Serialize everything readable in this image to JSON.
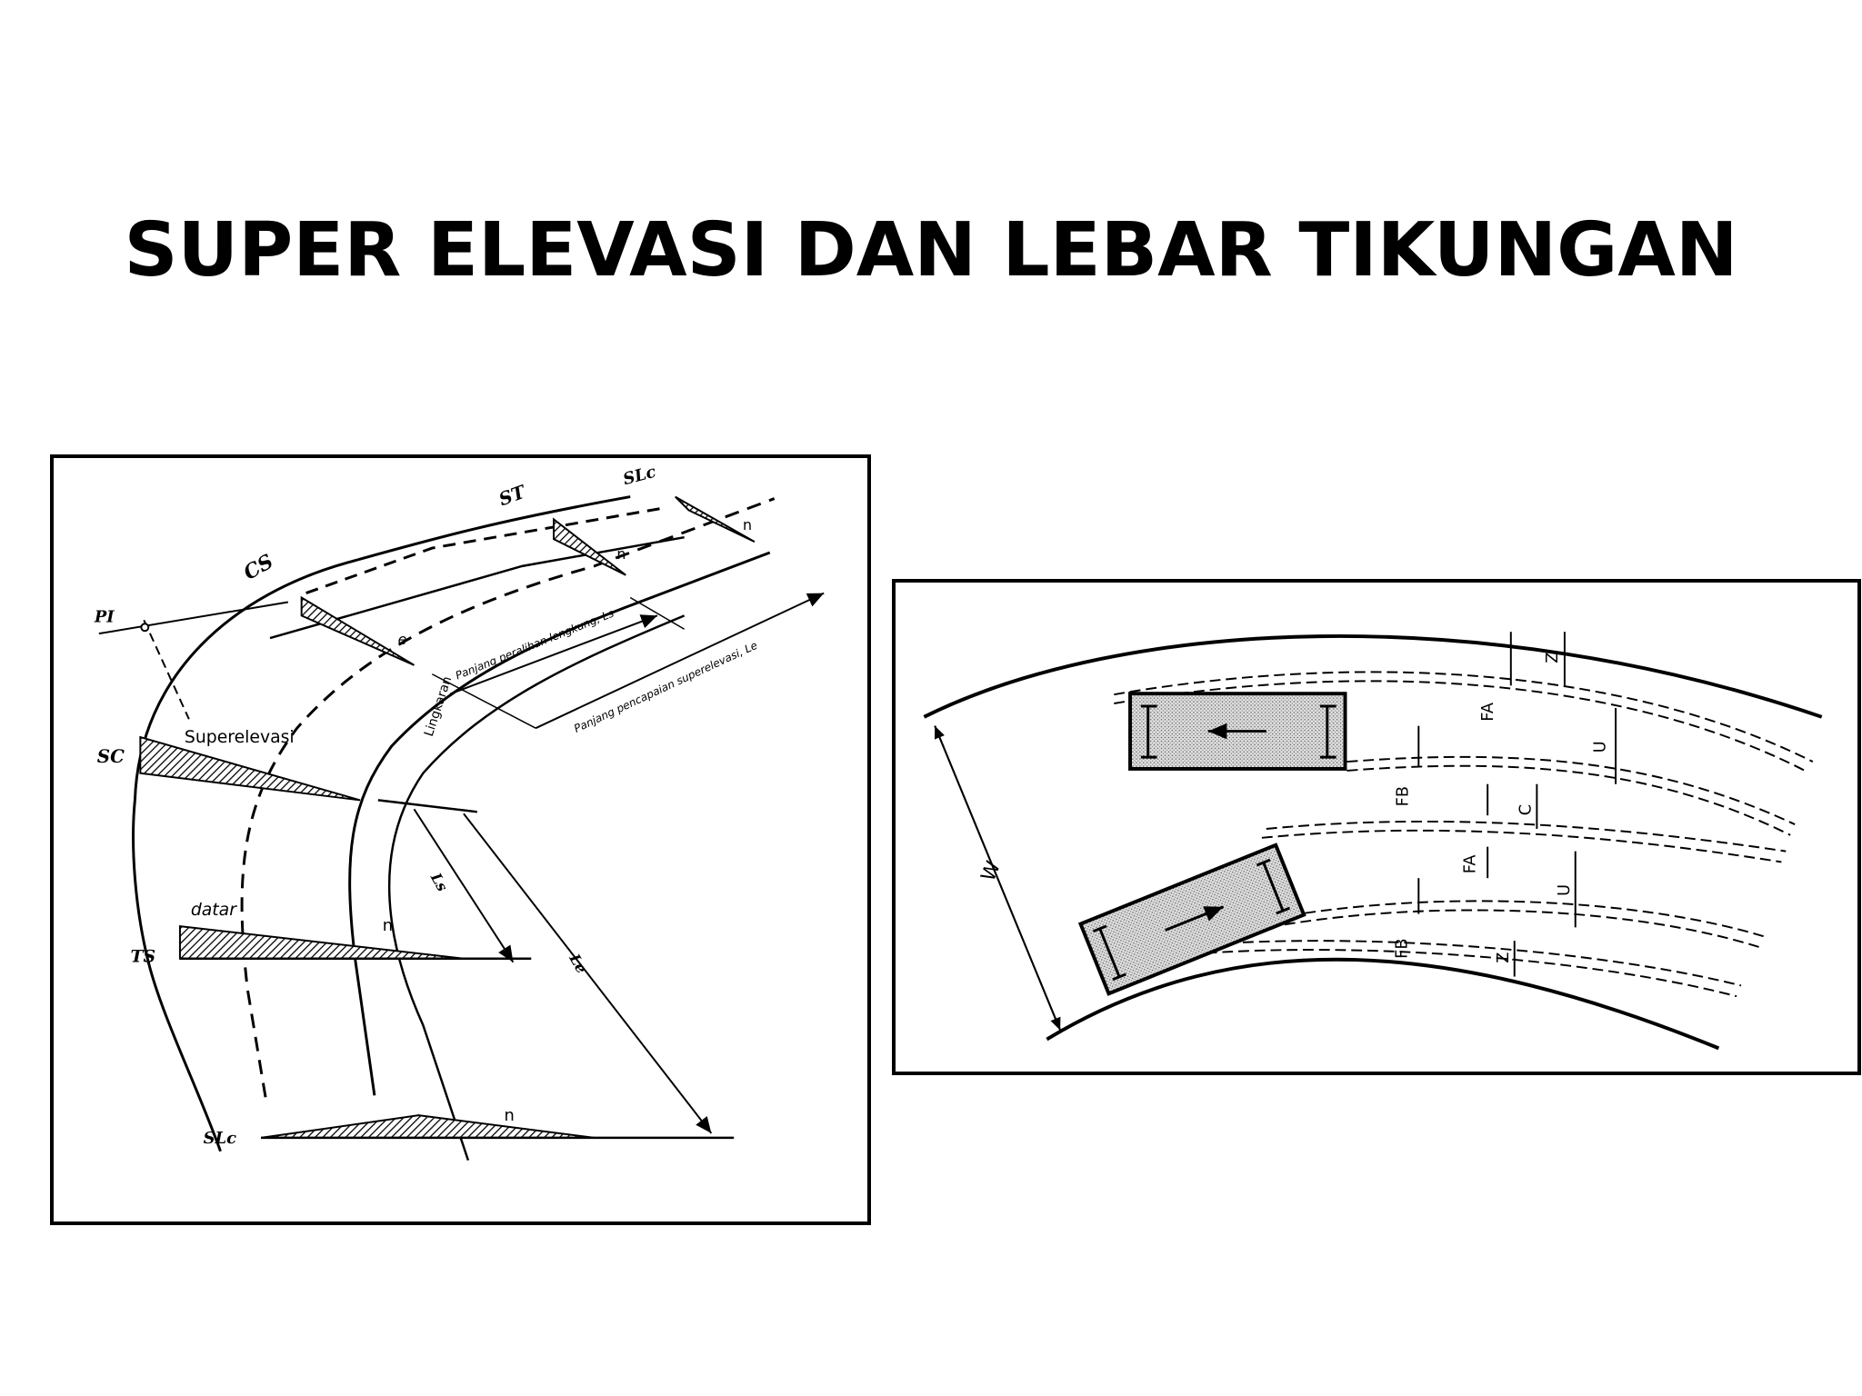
{
  "slide": {
    "title": "SUPER ELEVASI DAN LEBAR TIKUNGAN"
  },
  "superelevation_diagram": {
    "labels": {
      "pi": "PI",
      "cs": "CS",
      "st": "ST",
      "slc_top": "SLc",
      "sc": "SC",
      "ts": "TS",
      "slc_bottom": "SLc",
      "superelevasi": "Superelevasi",
      "datar": "datar",
      "n_ts": "n",
      "n_slc": "n",
      "n_st": "n",
      "n_slc_top": "n",
      "e": "e",
      "lingkaran": "Lingkaran",
      "ls": "Ls",
      "le": "Le",
      "panjang_peralihan": "Panjang peralihan lengkung, Ls",
      "panjang_pencapaian": "Panjang pencapaian superelevasi, Le"
    }
  },
  "lane_width_diagram": {
    "labels": {
      "w": "W",
      "z_top": "Z",
      "fa_top": "FA",
      "u_top": "U",
      "fb_top": "FB",
      "c": "C",
      "fa_bottom": "FA",
      "u_bottom": "U",
      "fb_bottom": "FB",
      "z_bottom": "Z"
    }
  }
}
